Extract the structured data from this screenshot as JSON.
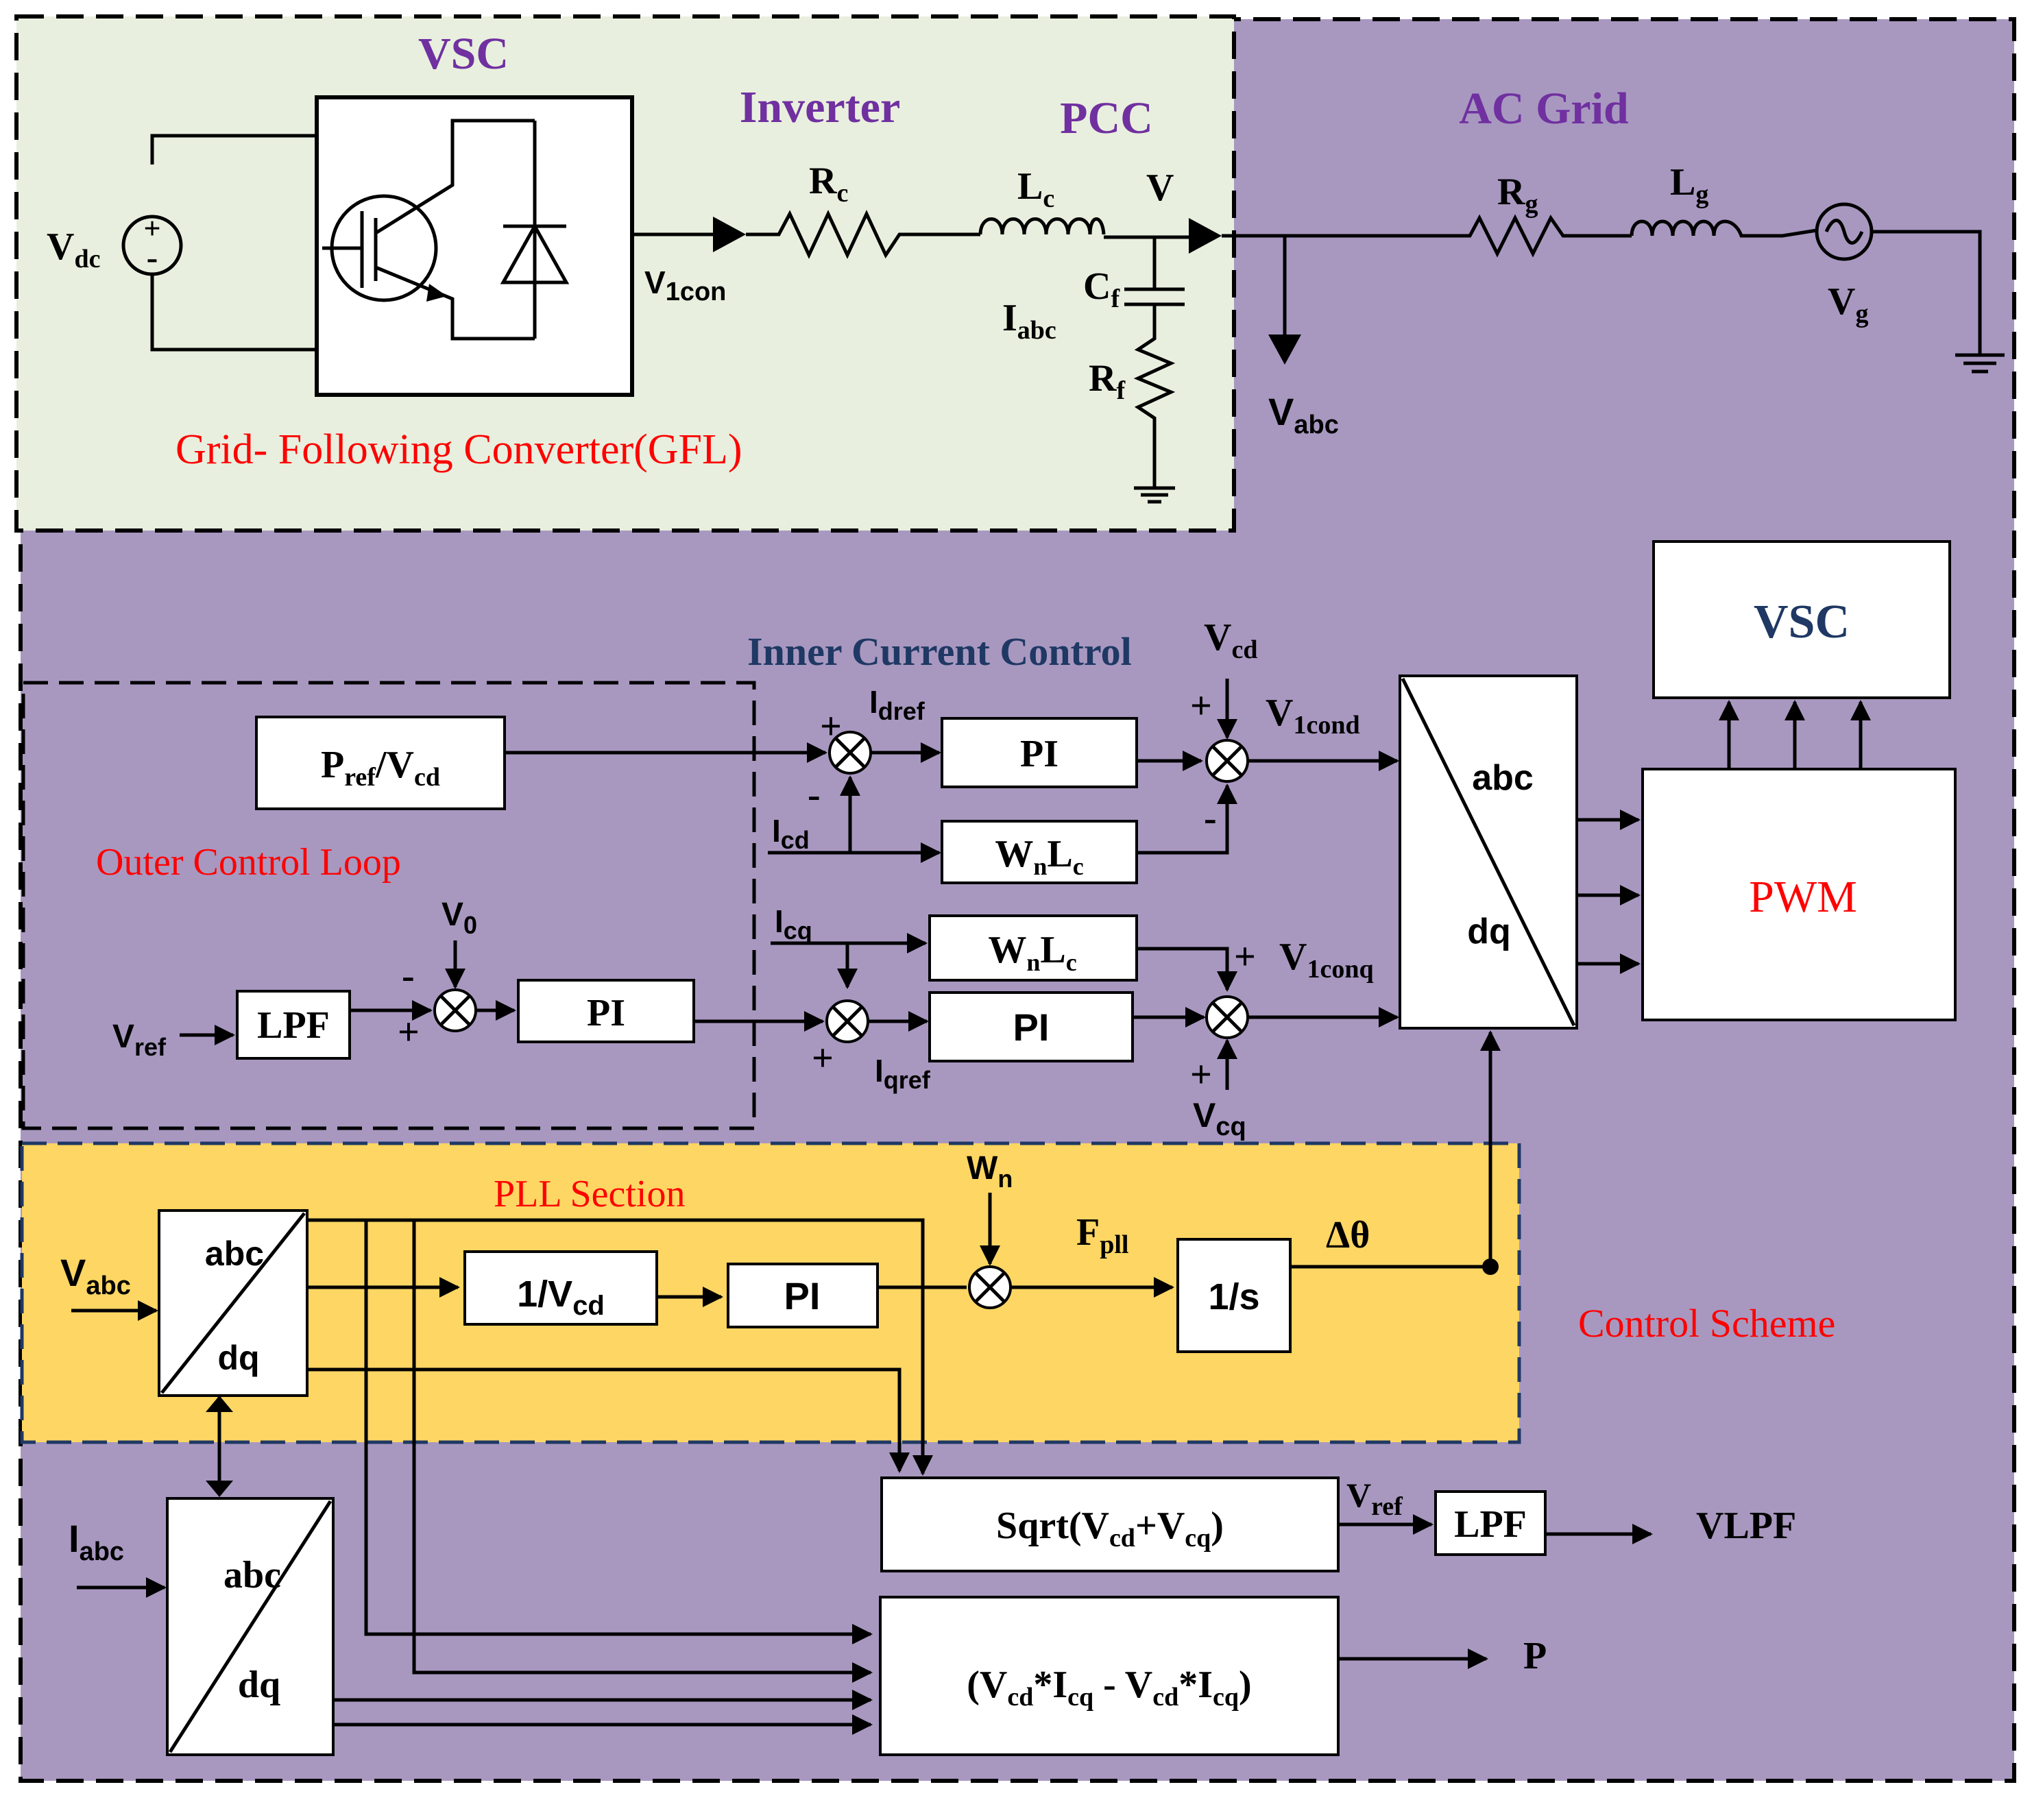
{
  "top": {
    "vsc_title": "VSC",
    "inverter_title": "Inverter",
    "pcc_title": "PCC",
    "ac_grid_title": "AC Grid",
    "gfl_label": "Grid- Following Converter(GFL)",
    "vdc": {
      "main": "V",
      "sub": "dc"
    },
    "v1con": {
      "main": "V",
      "sub": "1con"
    },
    "rc": {
      "main": "R",
      "sub": "c"
    },
    "lc": {
      "main": "L",
      "sub": "c"
    },
    "v": "V",
    "cf": {
      "main": "C",
      "sub": "f"
    },
    "rf": {
      "main": "R",
      "sub": "f"
    },
    "iabc": {
      "main": "I",
      "sub": "abc"
    },
    "vabc": {
      "main": "V",
      "sub": "abc"
    },
    "rg": {
      "main": "R",
      "sub": "g"
    },
    "lg": {
      "main": "L",
      "sub": "g"
    },
    "vg": {
      "main": "V",
      "sub": "g"
    }
  },
  "control": {
    "inner_title": "Inner Current  Control",
    "outer_title": "Outer Control Loop",
    "scheme_label": "Control Scheme",
    "vsc_box": "VSC",
    "pwm": "PWM",
    "abc": "abc",
    "dq": "dq",
    "pref": {
      "p1": "P",
      "s1": "ref",
      "p2": "/V",
      "s2": "cd"
    },
    "pi": "PI",
    "wnlc": {
      "p1": "W",
      "s1": "n",
      "p2": "L",
      "s2": "c"
    },
    "lpf": "LPF",
    "vref": {
      "main": "V",
      "sub": "ref"
    },
    "v0": {
      "main": "V",
      "sub": "0"
    },
    "idref": {
      "main": "I",
      "sub": "dref"
    },
    "iqref": {
      "main": "I",
      "sub": "qref"
    },
    "icd": {
      "main": "I",
      "sub": "cd"
    },
    "icq": {
      "main": "I",
      "sub": "cq"
    },
    "vcd": {
      "main": "V",
      "sub": "cd"
    },
    "vcq": {
      "main": "V",
      "sub": "cq"
    },
    "v1cond": {
      "main": "V",
      "sub": "1cond"
    },
    "v1conq": {
      "main": "V",
      "sub": "1conq"
    },
    "plus": "+",
    "minus": "-"
  },
  "pll": {
    "title": "PLL Section",
    "vabc": {
      "main": "V",
      "sub": "abc"
    },
    "inv_vcd": {
      "main": "1/V",
      "sub": "cd"
    },
    "wn": {
      "main": "W",
      "sub": "n"
    },
    "fpll": {
      "main": "F",
      "sub": "pll"
    },
    "integrator": "1/s",
    "dtheta": "Δθ"
  },
  "bottom": {
    "iabc": {
      "main": "I",
      "sub": "abc"
    },
    "sqrt": {
      "p1": "Sqrt(V",
      "s1": "cd",
      "p2": "+V",
      "s2": "cq",
      "p3": ")"
    },
    "power": {
      "p1": "(V",
      "s1": "cd",
      "p2": "*I",
      "s2": "cq",
      "p3": " - V",
      "s3": "cd",
      "p4": "*I",
      "s4": "cq",
      "p5": ")"
    },
    "vref": {
      "main": "V",
      "sub": "ref"
    },
    "vlpf": "VLPF",
    "p": "P"
  },
  "colors": {
    "background": "#a898c0",
    "gfl_region": "#e8efde",
    "pll_region": "#fdd663",
    "title_purple": "#7030a0",
    "label_red": "#ff0000",
    "label_navy": "#1f3864"
  }
}
